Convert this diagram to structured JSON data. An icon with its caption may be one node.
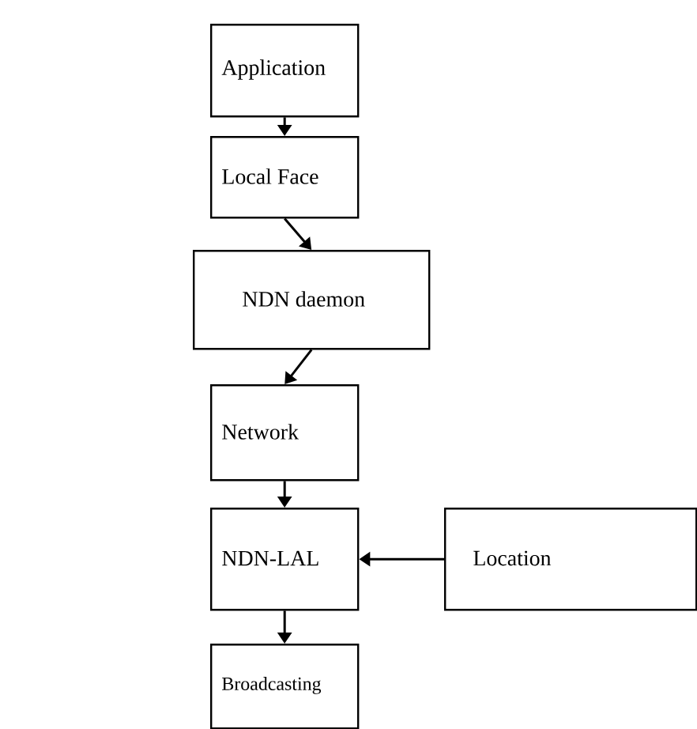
{
  "diagram": {
    "nodes": [
      {
        "text": [
          "Application"
        ]
      },
      {
        "text": [
          "Local Face"
        ]
      },
      {
        "text": [
          "NDN daemon"
        ]
      },
      {
        "text": [
          "Network"
        ]
      },
      {
        "text": [
          "NDN-LAL"
        ]
      },
      {
        "text": [
          "Location"
        ]
      },
      {
        "text": [
          "Broadcasting"
        ]
      }
    ],
    "edges": [
      {
        "from": 0,
        "to": 1,
        "arrow": "to"
      },
      {
        "from": 1,
        "to": 2,
        "arrow": "to"
      },
      {
        "from": 2,
        "to": 3,
        "arrow": "to"
      },
      {
        "from": 3,
        "to": 4,
        "arrow": "to"
      },
      {
        "from": 5,
        "to": 4,
        "arrow": "to"
      },
      {
        "from": 4,
        "to": 6,
        "arrow": "to"
      }
    ]
  }
}
